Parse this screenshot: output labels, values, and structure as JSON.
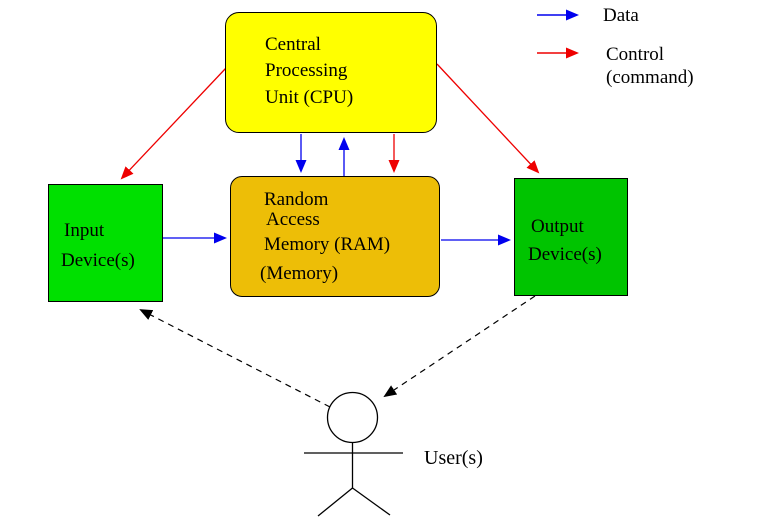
{
  "diagram": {
    "nodes": {
      "cpu": {
        "lines": [
          "Central",
          "Processing",
          "Unit (CPU)"
        ],
        "fill": "#FFFF00"
      },
      "ram": {
        "lines": [
          "Random",
          "Access",
          "Memory (RAM)",
          "(Memory)"
        ],
        "fill": "#EDBE07"
      },
      "input": {
        "lines": [
          "Input",
          "Device(s)"
        ],
        "fill": "#00E000"
      },
      "output": {
        "lines": [
          "Output",
          "Device(s)"
        ],
        "fill": "#00C400"
      },
      "user": {
        "label": "User(s)"
      }
    },
    "legend": {
      "data": {
        "label": "Data",
        "color": "#0000EE"
      },
      "control": {
        "lines": [
          "Control",
          "(command)"
        ],
        "color": "#EE0000"
      }
    },
    "edge_colors": {
      "data": "#0000EE",
      "control": "#EE0000",
      "user_interaction": "#000000"
    },
    "edges": [
      {
        "from": "cpu",
        "to": "input",
        "type": "control"
      },
      {
        "from": "cpu",
        "to": "output",
        "type": "control"
      },
      {
        "from": "cpu",
        "to": "ram",
        "type": "data"
      },
      {
        "from": "ram",
        "to": "cpu",
        "type": "data"
      },
      {
        "from": "cpu",
        "to": "ram",
        "type": "control"
      },
      {
        "from": "input",
        "to": "ram",
        "type": "data"
      },
      {
        "from": "ram",
        "to": "output",
        "type": "data"
      },
      {
        "from": "user",
        "to": "input",
        "type": "user_interaction",
        "style": "dashed"
      },
      {
        "from": "output",
        "to": "user",
        "type": "user_interaction",
        "style": "dashed"
      }
    ]
  }
}
